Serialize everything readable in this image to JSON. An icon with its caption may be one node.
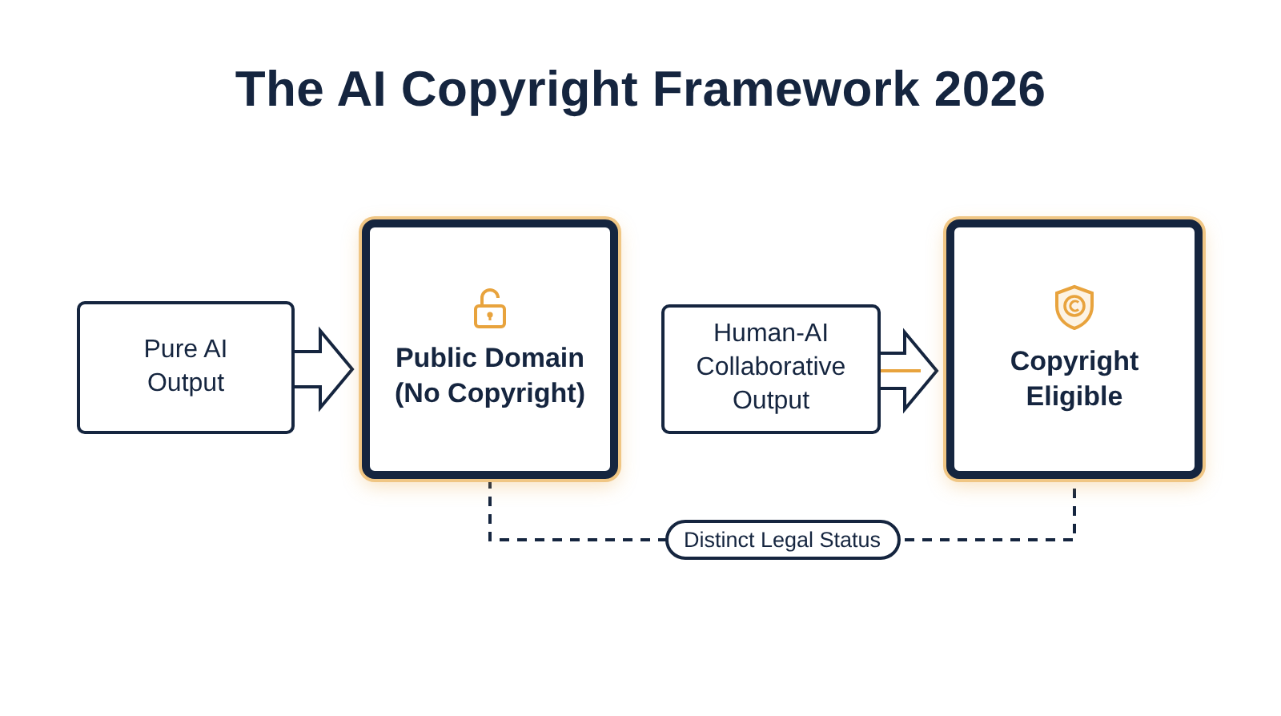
{
  "diagram": {
    "title": "The AI Copyright Framework 2026",
    "nodes": [
      {
        "text": [
          "Pure AI Output"
        ]
      },
      {
        "text": [
          "Public Domain (No Copyright)"
        ]
      },
      {
        "text": [
          "Human-AI Collaborative Output"
        ]
      },
      {
        "text": [
          "Copyright Eligible"
        ]
      }
    ],
    "edges": [
      {
        "from": 0,
        "to": 1,
        "arrow": "to"
      },
      {
        "from": 2,
        "to": 3,
        "arrow": "to"
      },
      {
        "from": 1,
        "to": 3,
        "arrow": "none",
        "style": "dashed",
        "label": "Distinct Legal Status"
      }
    ]
  }
}
